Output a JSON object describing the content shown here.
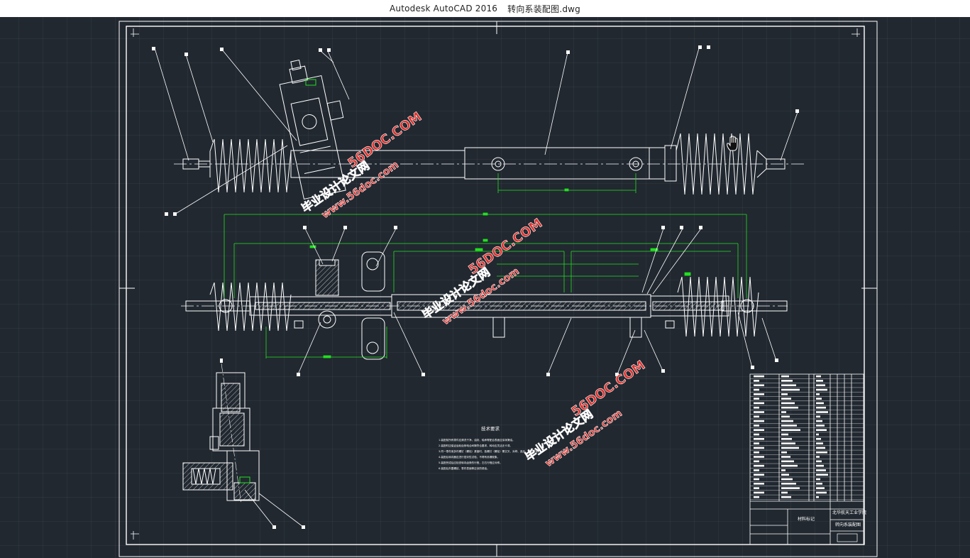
{
  "window": {
    "app_title": "Autodesk AutoCAD 2016",
    "document": "转向系装配图.dwg"
  },
  "drawing": {
    "tech_requirements_title": "技术要求",
    "tech_requirements": [
      "1.装配前所有零件应清洗干净，油封、轴承等配合表面应涂润滑油。",
      "2.装配时应保证齿轮齿条啮合间隙符合要求，转动应灵活无卡滞。",
      "3.同一零件用多件螺钉（螺栓）紧固时，各螺钉（螺栓）需交叉、对称、逐步、均匀拧紧。",
      "4.装配后转向器应进行密封性试验，不得有渗漏现象。",
      "5.装配完成后应检查转向齿条的行程，左右行程应对称。",
      "6.装配后外露螺纹、零件表面等应涂防锈油。"
    ],
    "title_block": {
      "school": "北华航天工业学院",
      "drawing_name": "转向系装配图",
      "material": "材料标记"
    },
    "watermark": {
      "site": "www.56doc.com",
      "brand": "毕业设计论文网",
      "domain": "56DOC.COM"
    }
  },
  "colors": {
    "background": "#212830",
    "line": "#ffffff",
    "dimension": "#22e020",
    "watermark": "#e0332e"
  }
}
